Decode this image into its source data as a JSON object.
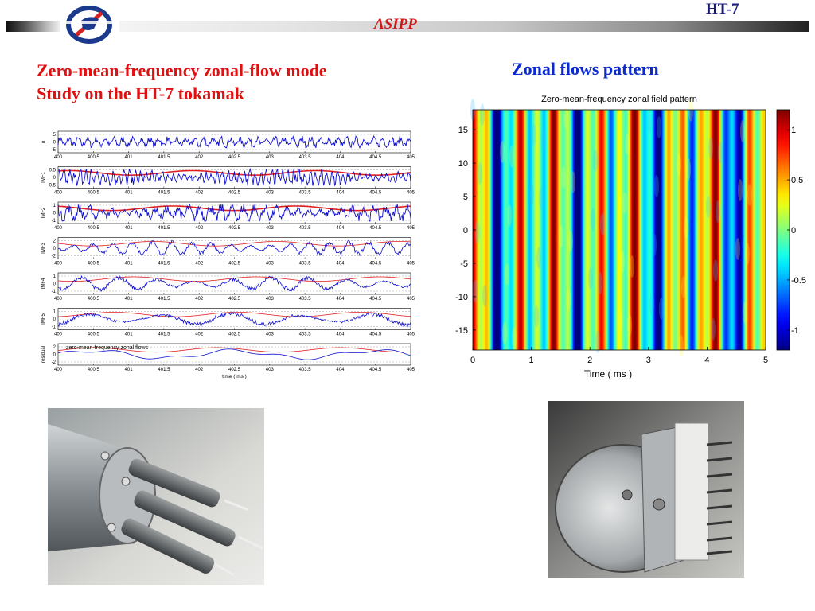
{
  "header": {
    "org": "ASIPP",
    "project": "HT-7"
  },
  "slide": {
    "title_line1": "Zero-mean-frequency zonal-flow mode",
    "title_line2": "Study on the HT-7 tokamak",
    "subtitle_right": "Zonal flows pattern"
  },
  "colors": {
    "accent_red": "#e01010",
    "accent_blue": "#0a2ad0",
    "header_text": "#1a1a7a"
  },
  "chart_data": [
    {
      "type": "line",
      "x_ticks": [
        "400",
        "400.5",
        "401",
        "401.5",
        "402",
        "402.5",
        "403",
        "403.5",
        "404",
        "404.5",
        "405"
      ],
      "xlabel": "time ( ms )",
      "xlim": [
        400,
        405
      ],
      "panels": [
        {
          "ylabel": "ϕ",
          "yticks": [
            "5",
            "0",
            "-5"
          ],
          "ylim": [
            -5,
            5
          ]
        },
        {
          "ylabel": "IMF1",
          "yticks": [
            "0.5",
            "0",
            "-0.5"
          ],
          "ylim": [
            -0.5,
            0.5
          ]
        },
        {
          "ylabel": "IMF2",
          "yticks": [
            "1",
            "0",
            "-1"
          ],
          "ylim": [
            -1,
            1
          ]
        },
        {
          "ylabel": "IMF3",
          "yticks": [
            "2",
            "0",
            "-2"
          ],
          "ylim": [
            -2,
            2
          ]
        },
        {
          "ylabel": "IMF4",
          "yticks": [
            "1",
            "0",
            "-1"
          ],
          "ylim": [
            -1,
            1
          ]
        },
        {
          "ylabel": "IMF5",
          "yticks": [
            "1",
            "0",
            "-1"
          ],
          "ylim": [
            -1,
            1
          ]
        },
        {
          "ylabel": "residual",
          "yticks": [
            "2",
            "0",
            "-2"
          ],
          "ylim": [
            -2,
            2
          ],
          "annotation": "zero-mean-frequency zonal flows"
        }
      ]
    },
    {
      "type": "heatmap",
      "title": "Zero-mean-frequency zonal field pattern",
      "xlabel": "Time  ( ms )",
      "ylabel": "",
      "xlim": [
        0,
        5
      ],
      "ylim": [
        -18,
        18
      ],
      "x_ticks": [
        "0",
        "1",
        "2",
        "3",
        "4",
        "5"
      ],
      "y_ticks": [
        "15",
        "10",
        "5",
        "0",
        "-5",
        "-10",
        "-15"
      ],
      "colorbar_ticks": [
        "1",
        "0.5",
        "0",
        "-0.5",
        "-1"
      ],
      "colorbar_range": [
        -1.2,
        1.2
      ]
    }
  ]
}
